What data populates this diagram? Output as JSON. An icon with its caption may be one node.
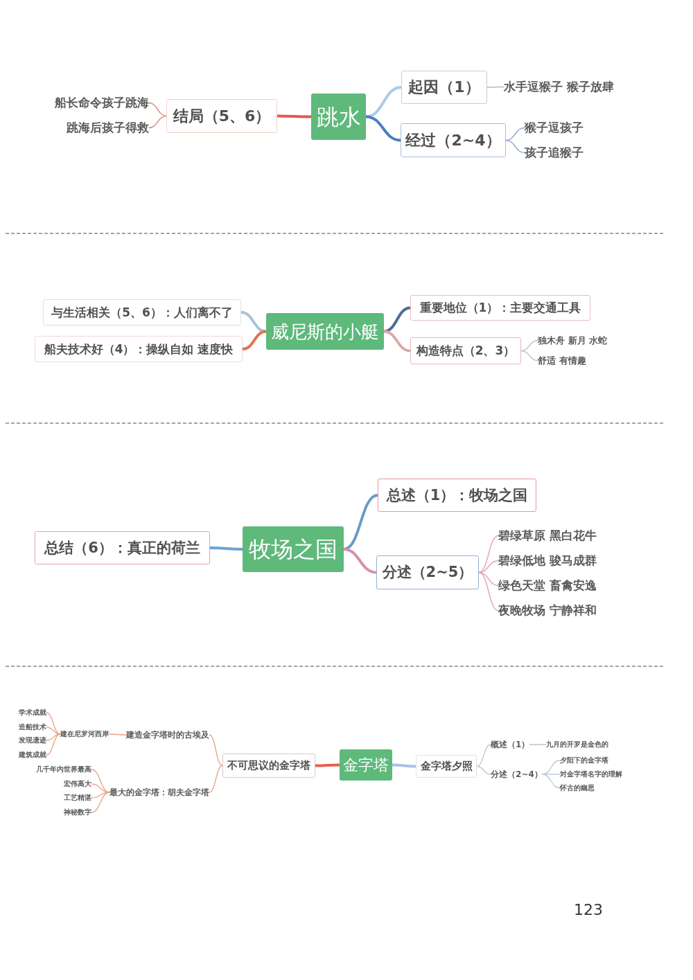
{
  "diagram": {
    "nodes": [
      {
        "text": [
          "跳水"
        ]
      },
      {
        "text": [
          "起因（1）"
        ]
      },
      {
        "text": [
          "水手逗猴子 猴子放肆"
        ]
      },
      {
        "text": [
          "经过（2~4）"
        ]
      },
      {
        "text": [
          "猴子逗孩子"
        ]
      },
      {
        "text": [
          "孩子追猴子"
        ]
      },
      {
        "text": [
          "结局（5、6）"
        ]
      },
      {
        "text": [
          "船长命令孩子跳海"
        ]
      },
      {
        "text": [
          "跳海后孩子得救"
        ]
      },
      {
        "text": [
          "威尼斯的小艇"
        ]
      },
      {
        "text": [
          "重要地位（1）：主要交通工具"
        ]
      },
      {
        "text": [
          "构造特点（2、3）"
        ]
      },
      {
        "text": [
          "独木舟 新月 水蛇"
        ]
      },
      {
        "text": [
          "舒适 有情趣"
        ]
      },
      {
        "text": [
          "与生活相关（5、6）：人们离不了"
        ]
      },
      {
        "text": [
          "船夫技术好（4）：操纵自如 速度快"
        ]
      },
      {
        "text": [
          "牧场之国"
        ]
      },
      {
        "text": [
          "总述（1）：牧场之国"
        ]
      },
      {
        "text": [
          "分述（2~5）"
        ]
      },
      {
        "text": [
          "碧绿草原 黑白花牛"
        ]
      },
      {
        "text": [
          "碧绿低地 骏马成群"
        ]
      },
      {
        "text": [
          "绿色天堂 畜禽安逸"
        ]
      },
      {
        "text": [
          "夜晚牧场 宁静祥和"
        ]
      },
      {
        "text": [
          "总结（6）：真正的荷兰"
        ]
      },
      {
        "text": [
          "金字塔"
        ]
      },
      {
        "text": [
          "金字塔夕照"
        ]
      },
      {
        "text": [
          "概述（1）"
        ]
      },
      {
        "text": [
          "九月的开罗是金色的"
        ]
      },
      {
        "text": [
          "分述（2~4）"
        ]
      },
      {
        "text": [
          "夕阳下的金字塔"
        ]
      },
      {
        "text": [
          "对金字塔名字的理解"
        ]
      },
      {
        "text": [
          "怀古的幽思"
        ]
      },
      {
        "text": [
          "不可思议的金字塔"
        ]
      },
      {
        "text": [
          "建造金字塔时的古埃及"
        ]
      },
      {
        "text": [
          "建在尼罗河西岸"
        ]
      },
      {
        "text": [
          "学术成就"
        ]
      },
      {
        "text": [
          "造船技术"
        ]
      },
      {
        "text": [
          "发现遗迹"
        ]
      },
      {
        "text": [
          "建筑成就"
        ]
      },
      {
        "text": [
          "最大的金字塔：胡夫金字塔"
        ]
      },
      {
        "text": [
          "几千年内世界最高"
        ]
      },
      {
        "text": [
          "宏伟高大"
        ]
      },
      {
        "text": [
          "工艺精湛"
        ]
      },
      {
        "text": [
          "神秘数字"
        ]
      }
    ],
    "edges": [
      {
        "from": 0,
        "to": 1,
        "arrow": "none",
        "style": "thick",
        "color": "#a9cbe8"
      },
      {
        "from": 1,
        "to": 2,
        "arrow": "none",
        "color": "#b9b9b9"
      },
      {
        "from": 0,
        "to": 3,
        "arrow": "none",
        "style": "thick",
        "color": "#4b7fbf"
      },
      {
        "from": 3,
        "to": 4,
        "arrow": "none",
        "color": "#8fa5c7"
      },
      {
        "from": 3,
        "to": 5,
        "arrow": "none",
        "color": "#8fa5c7"
      },
      {
        "from": 0,
        "to": 6,
        "arrow": "none",
        "style": "thick",
        "color": "#e25a4f"
      },
      {
        "from": 6,
        "to": 7,
        "arrow": "none",
        "color": "#e58a86"
      },
      {
        "from": 6,
        "to": 8,
        "arrow": "none",
        "color": "#e58a86"
      },
      {
        "from": 9,
        "to": 10,
        "arrow": "none",
        "style": "thick",
        "color": "#4f6d91"
      },
      {
        "from": 9,
        "to": 11,
        "arrow": "none",
        "style": "thick",
        "color": "#dba7a7"
      },
      {
        "from": 11,
        "to": 12,
        "arrow": "none",
        "color": "#c4c4c4"
      },
      {
        "from": 11,
        "to": 13,
        "arrow": "none",
        "color": "#c4c4c4"
      },
      {
        "from": 9,
        "to": 14,
        "arrow": "none",
        "style": "thick",
        "color": "#aac2d8"
      },
      {
        "from": 9,
        "to": 15,
        "arrow": "none",
        "style": "thick",
        "color": "#e2714f"
      },
      {
        "from": 16,
        "to": 17,
        "arrow": "none",
        "style": "thick",
        "color": "#6b9bc9"
      },
      {
        "from": 16,
        "to": 18,
        "arrow": "none",
        "style": "thick",
        "color": "#d98fa9"
      },
      {
        "from": 18,
        "to": 19,
        "arrow": "none",
        "color": "#e2a2ba"
      },
      {
        "from": 18,
        "to": 20,
        "arrow": "none",
        "color": "#e2a2ba"
      },
      {
        "from": 18,
        "to": 21,
        "arrow": "none",
        "color": "#e2a2ba"
      },
      {
        "from": 18,
        "to": 22,
        "arrow": "none",
        "color": "#e2a2ba"
      },
      {
        "from": 16,
        "to": 23,
        "arrow": "none",
        "style": "thick",
        "color": "#6ba3d3"
      },
      {
        "from": 24,
        "to": 25,
        "arrow": "none",
        "style": "thick",
        "color": "#a9c2e2"
      },
      {
        "from": 25,
        "to": 26,
        "arrow": "none",
        "color": "#bccbdb"
      },
      {
        "from": 25,
        "to": 28,
        "arrow": "none",
        "color": "#bccbdb"
      },
      {
        "from": 26,
        "to": 27,
        "arrow": "none",
        "color": "#c4c4c4"
      },
      {
        "from": 28,
        "to": 29,
        "arrow": "none",
        "color": "#bccbdb"
      },
      {
        "from": 28,
        "to": 30,
        "arrow": "none",
        "color": "#bccbdb"
      },
      {
        "from": 28,
        "to": 31,
        "arrow": "none",
        "color": "#bccbdb"
      },
      {
        "from": 24,
        "to": 32,
        "arrow": "none",
        "style": "thick",
        "color": "#e2614f"
      },
      {
        "from": 32,
        "to": 33,
        "arrow": "none"
      },
      {
        "from": 32,
        "to": 39,
        "arrow": "none"
      },
      {
        "from": 33,
        "to": 34,
        "arrow": "none"
      },
      {
        "from": 34,
        "to": 35,
        "arrow": "none"
      },
      {
        "from": 34,
        "to": 36,
        "arrow": "none"
      },
      {
        "from": 34,
        "to": 37,
        "arrow": "none"
      },
      {
        "from": 34,
        "to": 38,
        "arrow": "none"
      },
      {
        "from": 39,
        "to": 40,
        "arrow": "none"
      },
      {
        "from": 39,
        "to": 41,
        "arrow": "none"
      },
      {
        "from": 39,
        "to": 42,
        "arrow": "none"
      },
      {
        "from": 39,
        "to": 43,
        "arrow": "none"
      }
    ],
    "labels": [
      "123"
    ]
  }
}
